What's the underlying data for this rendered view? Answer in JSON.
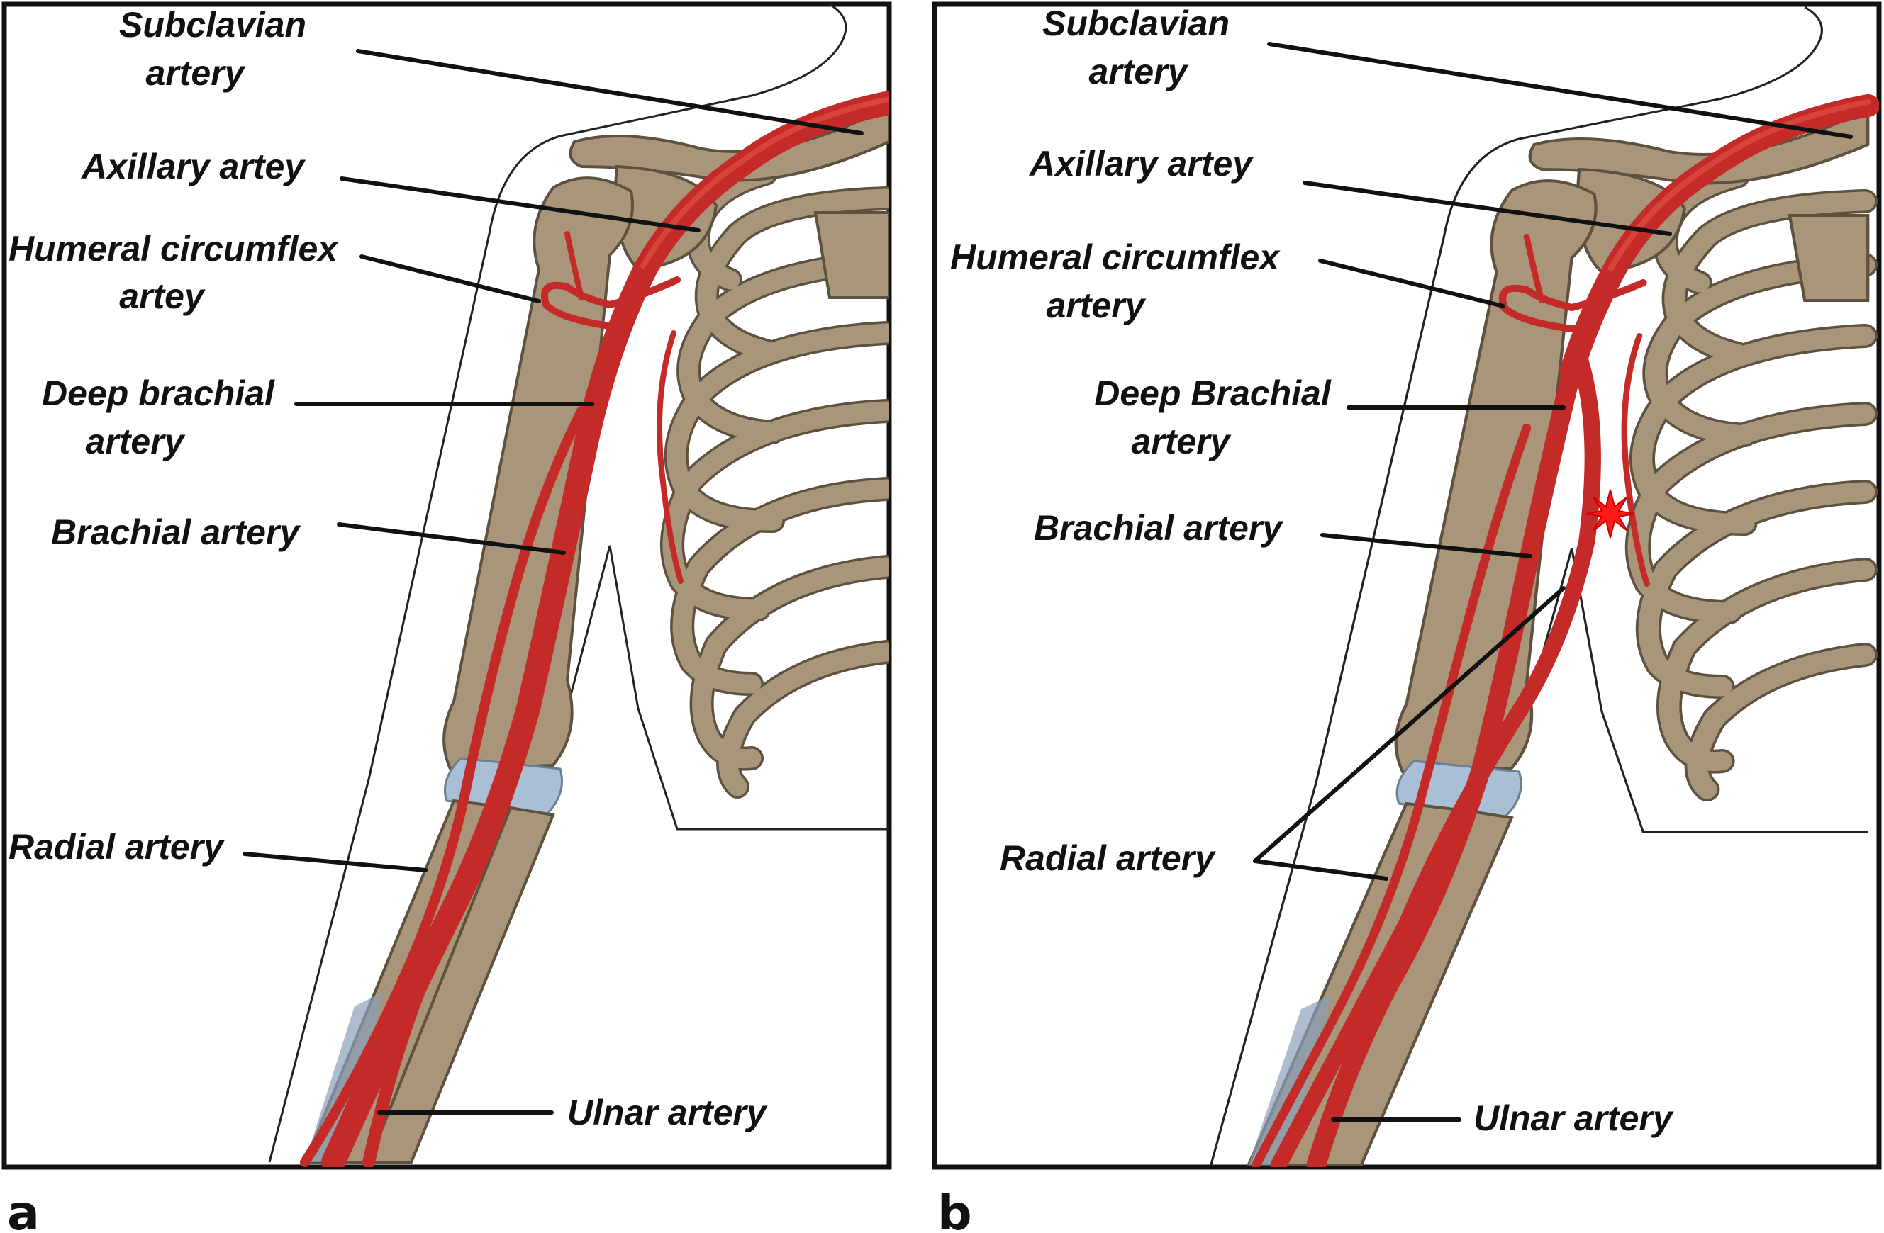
{
  "panels": [
    {
      "id": "a",
      "panel_label": "a",
      "labels": {
        "subclavian_1": "Subclavian",
        "subclavian_2": "artery",
        "axillary": "Axillary artey",
        "humeral_1": "Humeral circumflex",
        "humeral_2": "artey",
        "deep_1": "Deep brachial",
        "deep_2": "artery",
        "brachial": "Brachial artery",
        "radial": "Radial artery",
        "ulnar": "Ulnar artery"
      }
    },
    {
      "id": "b",
      "panel_label": "b",
      "labels": {
        "subclavian_1": "Subclavian",
        "subclavian_2": "artery",
        "axillary": "Axillary artey",
        "humeral_1": "Humeral circumflex",
        "humeral_2": "artery",
        "deep_1": "Deep Brachial",
        "deep_2": "artery",
        "brachial": "Brachial artery",
        "radial": "Radial artery",
        "ulnar": "Ulnar artery"
      },
      "marker_icon": "red-starburst-icon"
    }
  ],
  "colors": {
    "artery": "#c32a28",
    "bone": "#a9967a",
    "cartilage": "#a8bfd6",
    "marker": "#ff1a1a"
  }
}
